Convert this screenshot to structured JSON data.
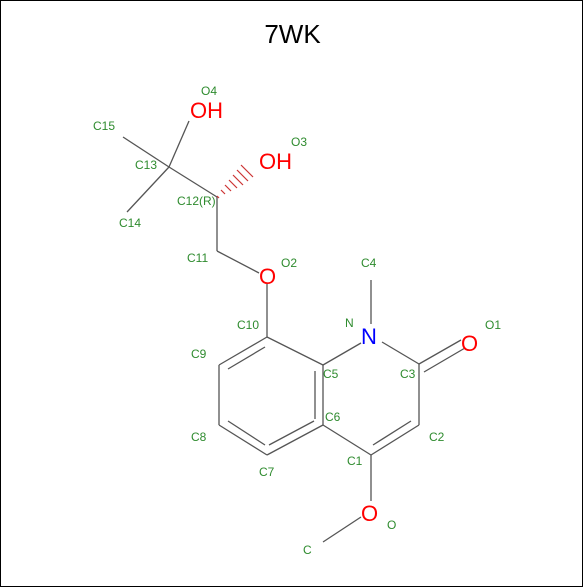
{
  "title": "7WK",
  "colors": {
    "bond": "#555555",
    "label": "#2e8b2e",
    "oxygen": "#ff0000",
    "nitrogen": "#0000ff"
  },
  "heteroatoms": {
    "o4": "OH",
    "o3": "OH",
    "o2": "O",
    "n": "N",
    "o1": "O",
    "o_methoxy": "O"
  },
  "atom_labels": {
    "o4": "O4",
    "o3": "O3",
    "c15": "C15",
    "c13": "C13",
    "c12": "C12(R)",
    "c14": "C14",
    "c11": "C11",
    "o2": "O2",
    "c4": "C4",
    "c10": "C10",
    "n": "N",
    "o1": "O1",
    "c9": "C9",
    "c5": "C5",
    "c3": "C3",
    "c6": "C6",
    "c8": "C8",
    "c2": "C2",
    "c1": "C1",
    "c7": "C7",
    "o": "O",
    "c": "C"
  }
}
